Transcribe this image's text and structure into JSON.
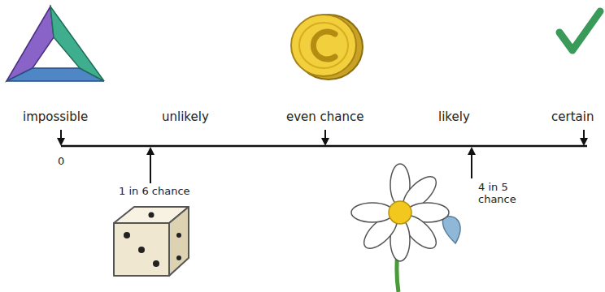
{
  "diagram": {
    "labels": [
      "impossible",
      "unlikely",
      "even chance",
      "likely",
      "certain",
      "0",
      "1 in 6 chance",
      "4 in 5 chance"
    ]
  }
}
